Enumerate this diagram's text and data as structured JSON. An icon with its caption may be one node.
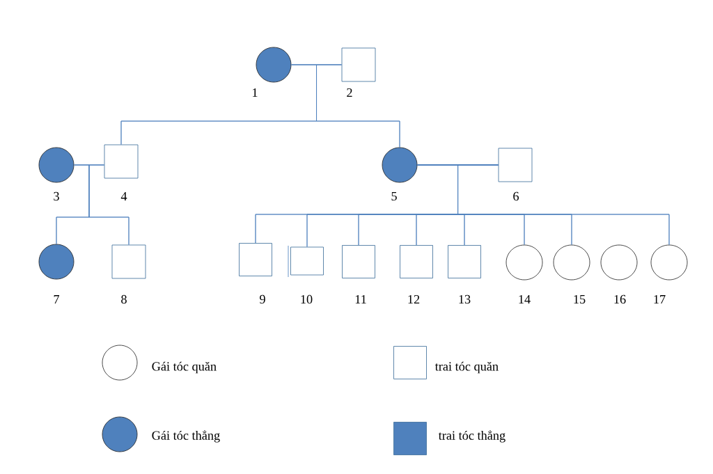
{
  "diagram": {
    "nodes": [
      {
        "text": [],
        "shape": "circle",
        "beside": [
          "1"
        ]
      },
      {
        "text": [],
        "shape": "box",
        "beside": [
          "2"
        ]
      },
      {
        "text": [],
        "shape": "circle",
        "beside": [
          "3"
        ]
      },
      {
        "text": [],
        "shape": "box",
        "beside": [
          "4"
        ]
      },
      {
        "text": [],
        "shape": "circle",
        "beside": [
          "5"
        ]
      },
      {
        "text": [],
        "shape": "box",
        "beside": [
          "6"
        ]
      },
      {
        "text": [],
        "shape": "circle",
        "beside": [
          "7"
        ]
      },
      {
        "text": [],
        "shape": "box",
        "beside": [
          "8"
        ]
      },
      {
        "text": [],
        "shape": "box",
        "beside": [
          "9"
        ]
      },
      {
        "text": [],
        "shape": "box",
        "beside": [
          "10"
        ]
      },
      {
        "text": [],
        "shape": "box",
        "beside": [
          "11"
        ]
      },
      {
        "text": [],
        "shape": "box",
        "beside": [
          "12"
        ]
      },
      {
        "text": [],
        "shape": "box",
        "beside": [
          "13"
        ]
      },
      {
        "text": [],
        "shape": "circle",
        "beside": [
          "14"
        ]
      },
      {
        "text": [],
        "shape": "circle",
        "beside": [
          "15"
        ]
      },
      {
        "text": [],
        "shape": "circle",
        "beside": [
          "16"
        ]
      },
      {
        "text": [],
        "shape": "circle",
        "beside": [
          "17"
        ]
      }
    ],
    "edges": [
      {
        "from": 0,
        "to": 1,
        "arrow": "none"
      },
      {
        "from": 0,
        "to": 3,
        "arrow": "none"
      },
      {
        "from": 1,
        "to": 3,
        "arrow": "none"
      },
      {
        "from": 0,
        "to": 4,
        "arrow": "none"
      },
      {
        "from": 1,
        "to": 4,
        "arrow": "none"
      },
      {
        "from": 2,
        "to": 3,
        "arrow": "none"
      },
      {
        "from": 2,
        "to": 6,
        "arrow": "none"
      },
      {
        "from": 3,
        "to": 6,
        "arrow": "none"
      },
      {
        "from": 2,
        "to": 7,
        "arrow": "none"
      },
      {
        "from": 3,
        "to": 7,
        "arrow": "none"
      },
      {
        "from": 4,
        "to": 5,
        "arrow": "none"
      },
      {
        "from": 4,
        "to": 8,
        "arrow": "none"
      },
      {
        "from": 5,
        "to": 8,
        "arrow": "none"
      },
      {
        "from": 4,
        "to": 9,
        "arrow": "none"
      },
      {
        "from": 5,
        "to": 9,
        "arrow": "none"
      },
      {
        "from": 4,
        "to": 10,
        "arrow": "none"
      },
      {
        "from": 5,
        "to": 10,
        "arrow": "none"
      },
      {
        "from": 4,
        "to": 11,
        "arrow": "none"
      },
      {
        "from": 5,
        "to": 11,
        "arrow": "none"
      },
      {
        "from": 4,
        "to": 12,
        "arrow": "none"
      },
      {
        "from": 5,
        "to": 12,
        "arrow": "none"
      },
      {
        "from": 4,
        "to": 13,
        "arrow": "none"
      },
      {
        "from": 5,
        "to": 13,
        "arrow": "none"
      },
      {
        "from": 4,
        "to": 14,
        "arrow": "none"
      },
      {
        "from": 5,
        "to": 14,
        "arrow": "none"
      },
      {
        "from": 4,
        "to": 16,
        "arrow": "none"
      },
      {
        "from": 5,
        "to": 16,
        "arrow": "none"
      }
    ],
    "legend": [
      {
        "text": "Gái tóc quăn"
      },
      {
        "text": "trai tóc quăn"
      },
      {
        "text": "Gái tóc thẳng",
        "color": "#4f81bd"
      },
      {
        "text": "trai tóc thẳng",
        "color": "#4f81bd"
      }
    ]
  }
}
